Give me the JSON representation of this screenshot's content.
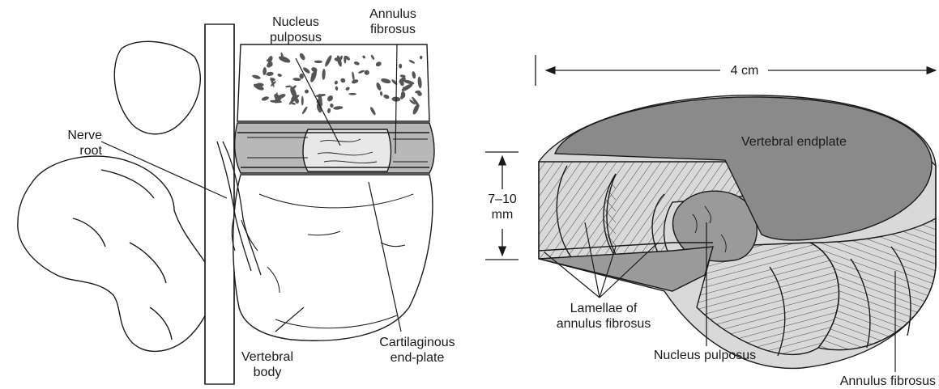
{
  "left_figure": {
    "nucleus_pulposus": [
      "Nucleus",
      "pulposus"
    ],
    "annulus_fibrosus": [
      "Annulus",
      "fibrosus"
    ],
    "nerve_root": [
      "Nerve",
      "root"
    ],
    "vertebral_body": [
      "Vertebral",
      "body"
    ],
    "cartilaginous_end_plate": [
      "Cartilaginous",
      "end-plate"
    ]
  },
  "right_figure": {
    "width_dimension": "4 cm",
    "height_dimension": [
      "7–10",
      "mm"
    ],
    "vertebral_endplate": "Vertebral endplate",
    "lamellae": [
      "Lamellae of",
      "annulus fibrosus"
    ],
    "nucleus_pulposus": "Nucleus pulposus",
    "annulus_fibrosus": "Annulus fibrosus"
  },
  "colors": {
    "line": "#1a1a1a",
    "endplate_fill": "#8a8a8a",
    "nucleus_fill": "#9a9a9a",
    "disc_light": "#e6e6e6",
    "disc_mid": "#b5b5b5"
  }
}
